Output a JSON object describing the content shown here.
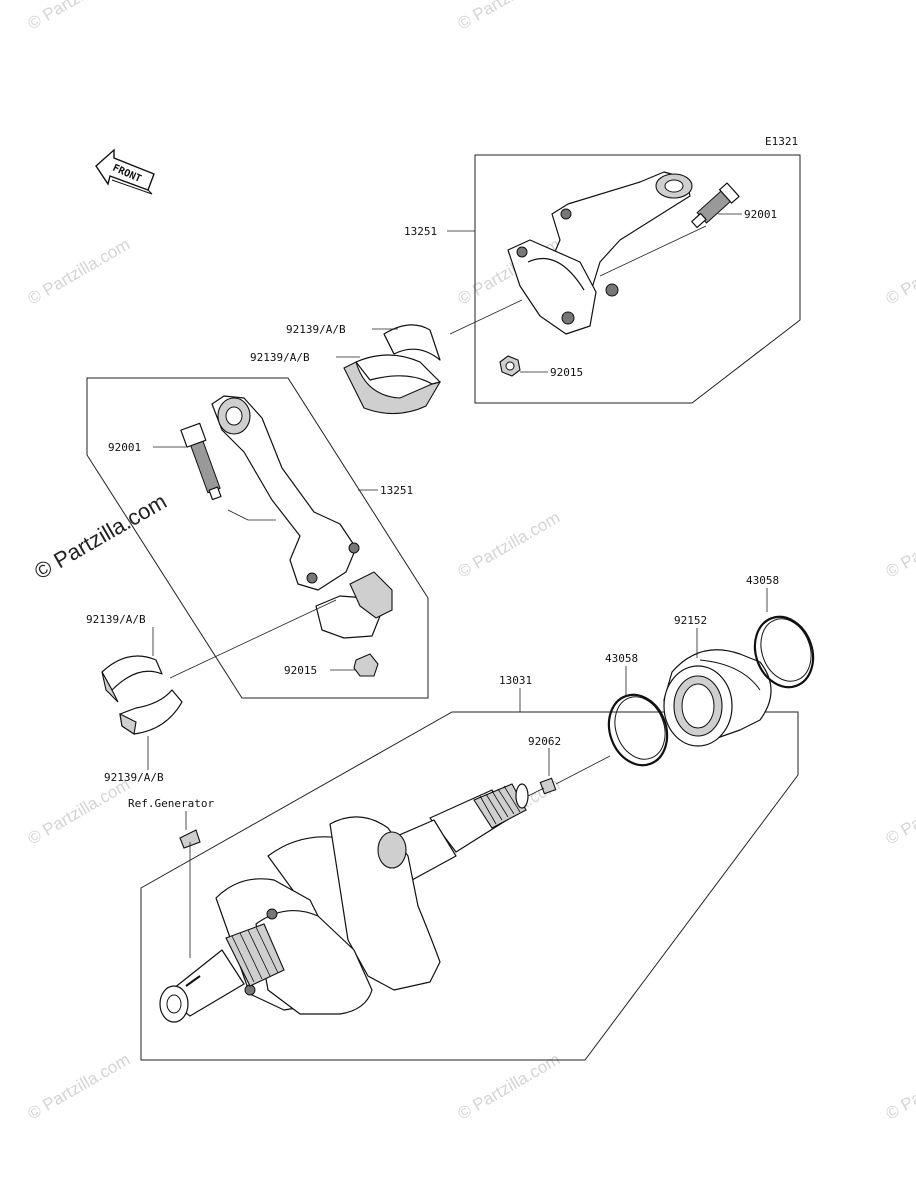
{
  "diagram_code": "E1321",
  "front_indicator": "FRONT",
  "watermark": "© Partzilla.com",
  "parts": [
    {
      "id": "p1",
      "label": "13251"
    },
    {
      "id": "p2",
      "label": "92001"
    },
    {
      "id": "p3",
      "label": "92139/A/B"
    },
    {
      "id": "p4",
      "label": "92139/A/B"
    },
    {
      "id": "p5",
      "label": "92015"
    },
    {
      "id": "p6",
      "label": "92001"
    },
    {
      "id": "p7",
      "label": "13251"
    },
    {
      "id": "p8",
      "label": "92139/A/B"
    },
    {
      "id": "p9",
      "label": "92015"
    },
    {
      "id": "p10",
      "label": "92139/A/B"
    },
    {
      "id": "p11",
      "label": "43058"
    },
    {
      "id": "p12",
      "label": "92152"
    },
    {
      "id": "p13",
      "label": "43058"
    },
    {
      "id": "p14",
      "label": "13031"
    },
    {
      "id": "p15",
      "label": "92062"
    },
    {
      "id": "p16",
      "label": "Ref.Generator"
    }
  ]
}
